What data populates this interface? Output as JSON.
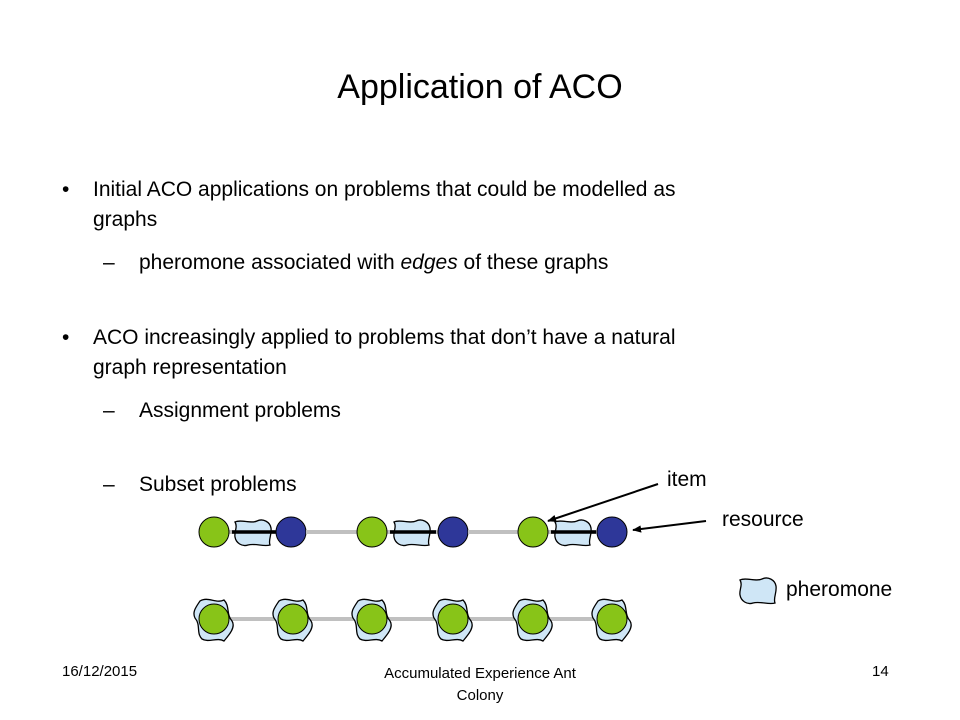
{
  "slide": {
    "title": "Application of ACO",
    "bullets": [
      {
        "lines": [
          "Initial ACO applications on problems that could be modelled as",
          "graphs"
        ],
        "subs": [
          {
            "before": "pheromone associated with ",
            "emph": "edges",
            "after": " of these graphs"
          }
        ]
      },
      {
        "lines": [
          "ACO increasingly applied to problems that don’t have a natural",
          "graph representation"
        ],
        "subs": [
          {
            "text": "Assignment problems"
          },
          {
            "text": "Subset problems"
          }
        ]
      }
    ],
    "bullet_marker": "•",
    "sub_marker": "–"
  },
  "figure": {
    "labels": {
      "item": "item",
      "resource": "resource",
      "pheromone": "pheromone"
    },
    "colors": {
      "item_node": "#88c418",
      "resource_node": "#2e3799",
      "pheromone_fill": "#cfe6f6",
      "edge": "#c0c0c0"
    }
  },
  "footer": {
    "date": "16/12/2015",
    "center_line1": "Accumulated Experience Ant",
    "center_line2": "Colony",
    "page": "14"
  }
}
